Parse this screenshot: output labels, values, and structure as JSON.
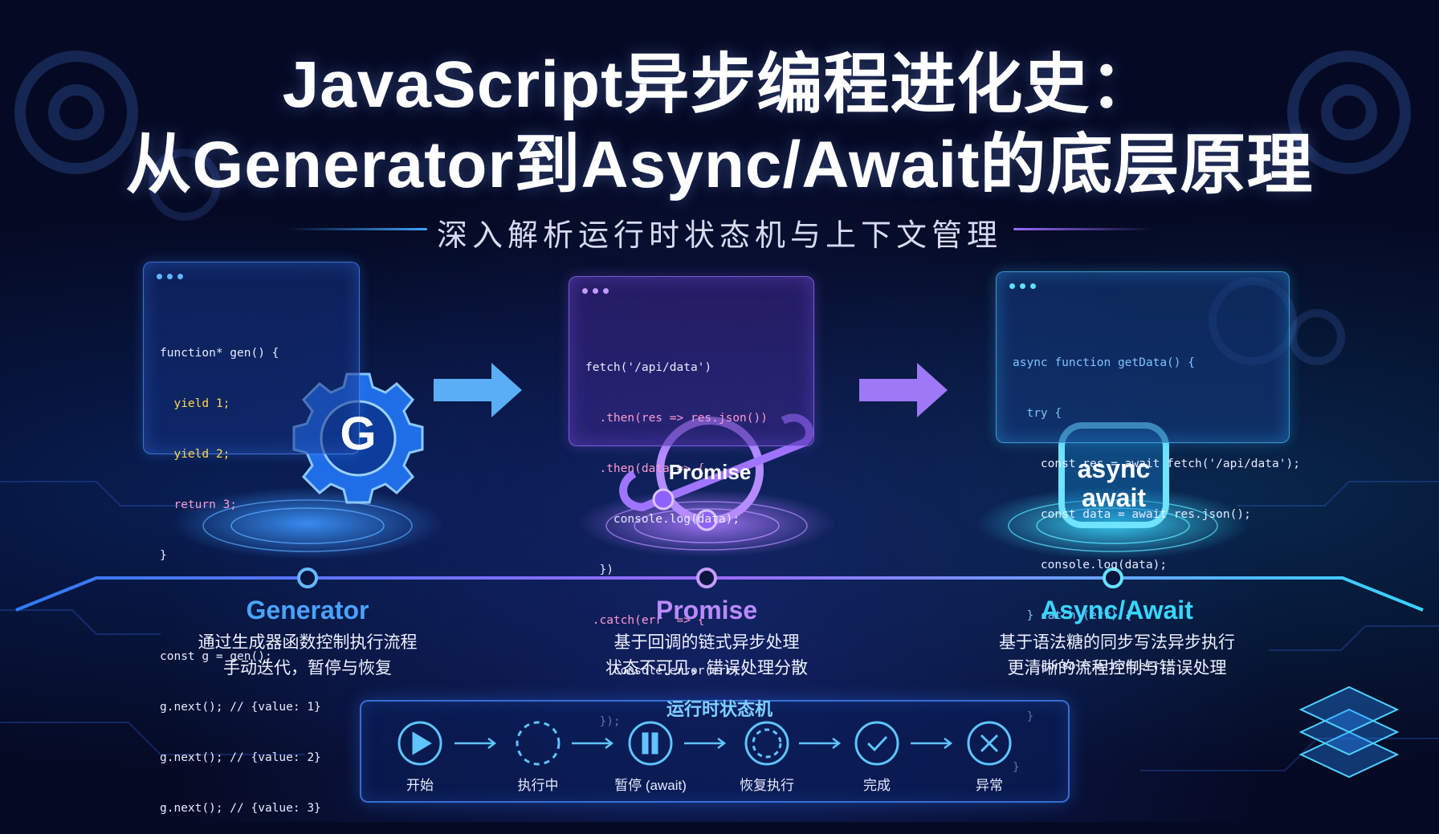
{
  "title": {
    "line1": "JavaScript异步编程进化史：",
    "line2": "从Generator到Async/Await的底层原理",
    "subtitle": "深入解析运行时状态机与上下文管理"
  },
  "stages": [
    {
      "name": "Generator",
      "badge": "G",
      "desc1": "通过生成器函数控制执行流程",
      "desc2": "手动迭代，暂停与恢复",
      "color": "#4aa3ff"
    },
    {
      "name": "Promise",
      "badge": "Promise",
      "desc1": "基于回调的链式异步处理",
      "desc2": "状态不可见，错误处理分散",
      "color": "#b98bff"
    },
    {
      "name": "Async/Await",
      "badge_line1": "async",
      "badge_line2": "await",
      "desc1": "基于语法糖的同步写法异步执行",
      "desc2": "更清晰的流程控制与错误处理",
      "color": "#38d6ff"
    }
  ],
  "code": {
    "generator": [
      "function* gen() {",
      "  yield 1;",
      "  yield 2;",
      "  return 3;",
      "}",
      "",
      "const g = gen();",
      "g.next(); // {value: 1}",
      "g.next(); // {value: 2}",
      "g.next(); // {value: 3}"
    ],
    "promise": [
      "fetch('/api/data')",
      "  .then(res => res.json())",
      "  .then(data => {",
      "    console.log(data);",
      "  })",
      " .catch(err  => {",
      "    console.error(err);",
      "  });"
    ],
    "async": [
      "async function getData() {",
      "  try {",
      "    const res = await fetch('/api/data');",
      "    const data = await res.json();",
      "    console.log(data);",
      "  } catch (err) {",
      "    console.error(err);",
      "  }",
      "}"
    ]
  },
  "state_machine": {
    "title": "运行时状态机",
    "states": [
      {
        "label": "开始",
        "icon": "play-icon"
      },
      {
        "label": "执行中",
        "icon": "dashed-circle-icon"
      },
      {
        "label": "暂停 (await)",
        "icon": "pause-icon"
      },
      {
        "label": "恢复执行",
        "icon": "resume-icon"
      },
      {
        "label": "完成",
        "icon": "check-icon"
      },
      {
        "label": "异常",
        "icon": "close-icon"
      }
    ]
  }
}
